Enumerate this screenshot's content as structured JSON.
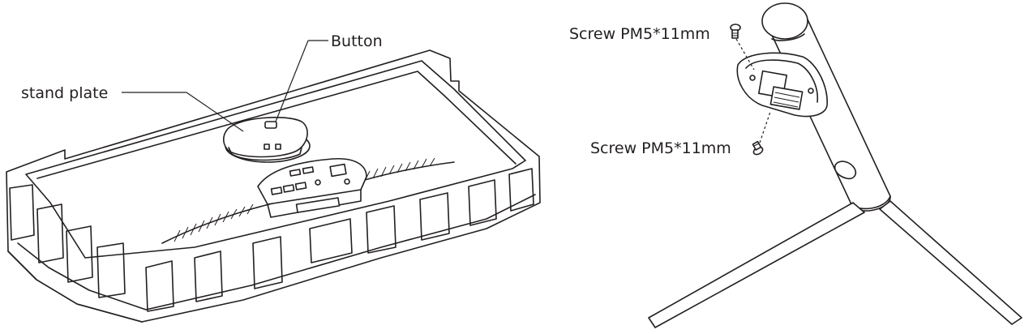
{
  "labels": {
    "button": "Button",
    "stand_plate": "stand plate",
    "screw_top": "Screw PM5*11mm",
    "screw_bottom": "Screw PM5*11mm"
  },
  "colors": {
    "line": "#231f20",
    "background": "#ffffff"
  },
  "icons": [
    "monitor-back-illustration",
    "stand-plate-illustration",
    "stand-neck-illustration",
    "screw-icon"
  ]
}
